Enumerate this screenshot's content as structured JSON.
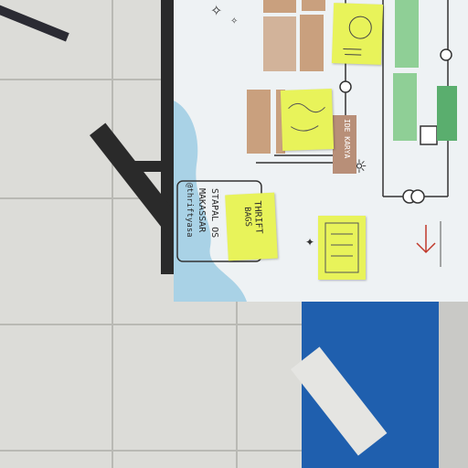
{
  "scene": {
    "board": {
      "labels": {
        "ide_karya": "IDE KARYA",
        "thrift_1": "THRIFT",
        "thrift_2": "BAGS",
        "side_1": "STAPAL OS",
        "side_2": "MAKASSAR",
        "side_3": "@thriftyasa"
      }
    },
    "colors": {
      "floor": "#dcdcd8",
      "board": "#eef2f4",
      "board_blue": "#a9d2e6",
      "sticky_yellow": "#e8f35a",
      "box_tan": "#c9a07e",
      "box_green": "#8fcf96",
      "mat_blue": "#1f5fae",
      "table_leg": "#2a2a2a"
    },
    "icons": [
      "sparkle-icon",
      "sun-icon",
      "lightbulb-icon",
      "arrow-icon"
    ]
  }
}
